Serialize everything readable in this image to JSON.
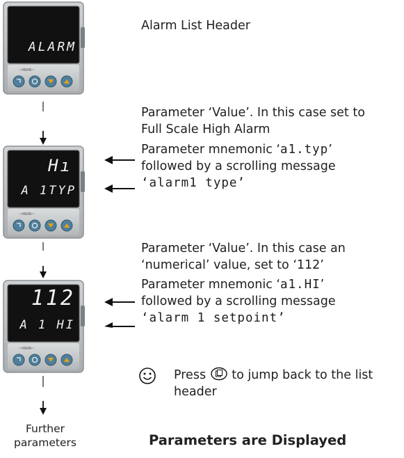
{
  "header_label": "Alarm List Header",
  "devices": [
    {
      "display_top": "",
      "display_bottom": "ALARM"
    },
    {
      "display_top": "Hı",
      "display_bottom": "A 1TYP"
    },
    {
      "display_top": "112",
      "display_bottom": "A 1 HI"
    }
  ],
  "annotations": {
    "value1_line1": "Parameter ‘Value’.  In this case set to",
    "value1_line2": "Full Scale High Alarm",
    "mnemonic1_prefix": "Parameter mnemonic ‘",
    "mnemonic1_code": "a1.typ",
    "mnemonic1_suffix": "’",
    "scroll1_line": "followed by a scrolling message",
    "scroll1_msg": "‘alarm1 type’",
    "value2_line1": "Parameter ‘Value’.  In this case an",
    "value2_line2": "‘numerical’ value, set to ‘112’",
    "mnemonic2_prefix": "Parameter mnemonic ‘",
    "mnemonic2_code": "a1.HI",
    "mnemonic2_suffix": "’",
    "scroll2_line": "followed by a scrolling message",
    "scroll2_msg": "‘alarm 1 setpoint’"
  },
  "press_note": {
    "press": "Press",
    "rest_line1": "to jump back to the list",
    "rest_line2": "header"
  },
  "further_line1": "Further",
  "further_line2": "parameters",
  "footer_title": "Parameters are Displayed"
}
